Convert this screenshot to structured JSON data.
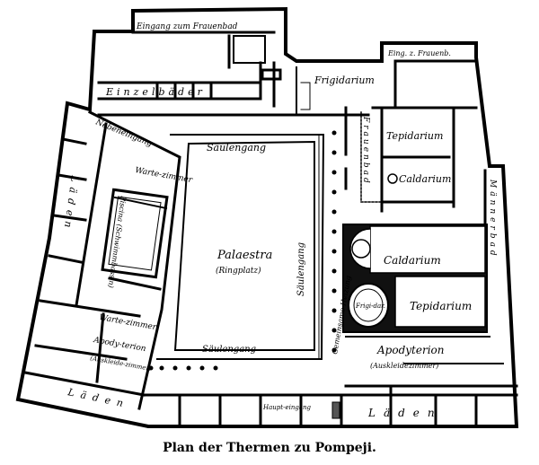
{
  "plan": {
    "caption": "Plan der Thermen zu Pompeji.",
    "labels": {
      "eingang_frauenbad": "Eingang zum Frauenbad",
      "einzelbaeder": "Einzelbäder",
      "eing_frauenb": "Eing. z. Frauenb.",
      "frigidarium_women": "Frigidarium",
      "frauenbad": "Frauenbad",
      "tepidarium_women": "Tepidarium",
      "caldarium_women": "Caldarium",
      "nebeneingang": "Nebeneingang",
      "wartezimmer_top": "Warte-zimmer",
      "wartezimmer_bottom": "Warte-zimmer",
      "piscina": "Piscina (Schwimmbassin)",
      "laeden_left_vertical": "Läden",
      "saeulengang_top": "Säulengang",
      "saeulengang_right": "Säulengang",
      "saeulengang_bottom": "Säulengang",
      "palaestra": "Palaestra",
      "ringplatz": "(Ringplatz)",
      "gemeinsame_heizung": "Gemeinsame Heizung",
      "maennerbad": "Männerbad",
      "caldarium_men": "Caldarium",
      "frigidarium_men": "Frigi-dar.",
      "tepidarium_men": "Tepidarium",
      "apodyterion_men": "Apodyterion",
      "auskleidezimmer_men": "(Auskleidezimmer)",
      "apodyterion_left": "Apody-terion",
      "auskleidezimmer_left": "(Auskleide-zimmer)",
      "laeden_bottom_left": "Läden",
      "haupteingang": "Haupt-eingang",
      "laeden_bottom_right": "Läden"
    }
  }
}
